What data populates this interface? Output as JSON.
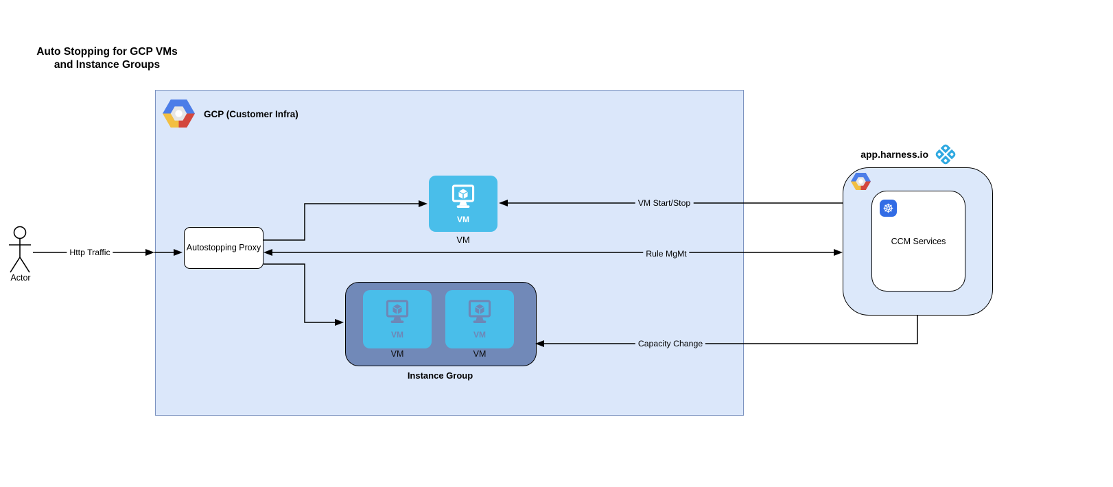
{
  "title": "Auto Stopping for GCP VMs\nand Instance Groups",
  "actor": {
    "label": "Actor"
  },
  "gcp_box": {
    "label": "GCP (Customer Infra)"
  },
  "proxy": {
    "label": "Autostopping Proxy"
  },
  "vm": {
    "icon_label": "VM",
    "caption": "VM"
  },
  "instance_group": {
    "label": "Instance Group",
    "vms": [
      {
        "icon_label": "VM",
        "caption": "VM"
      },
      {
        "icon_label": "VM",
        "caption": "VM"
      }
    ]
  },
  "harness": {
    "domain_label": "app.harness.io",
    "ccm_label": "CCM Services"
  },
  "edges": {
    "http_traffic": "Http Traffic",
    "vm_start_stop": "VM Start/Stop",
    "rule_mgmt": "Rule MgMt",
    "capacity_change": "Capacity Change"
  },
  "icons": {
    "gcp_logo": "gcp-hexagon-logo",
    "harness_logo": "harness-logo",
    "kubernetes": "kubernetes-icon",
    "kubernetes_glyph": "☸",
    "vm_monitor": "vm-monitor-icon",
    "actor": "actor-figure"
  },
  "colors": {
    "gcp_box_fill": "#DBE7FA",
    "gcp_box_border": "#7C93C0",
    "harness_box_fill": "#DCE8FA",
    "box_border": "#000000",
    "vm_blue": "#49BEEA",
    "instance_group_fill": "#7189B8",
    "kubernetes_blue": "#326CE5",
    "harness_logo_blue": "#2FA9E1",
    "gcp_logo_blue": "#4C7DE8",
    "gcp_logo_red": "#D3473D",
    "gcp_logo_yellow": "#F2BF42",
    "line_color": "#000000"
  }
}
